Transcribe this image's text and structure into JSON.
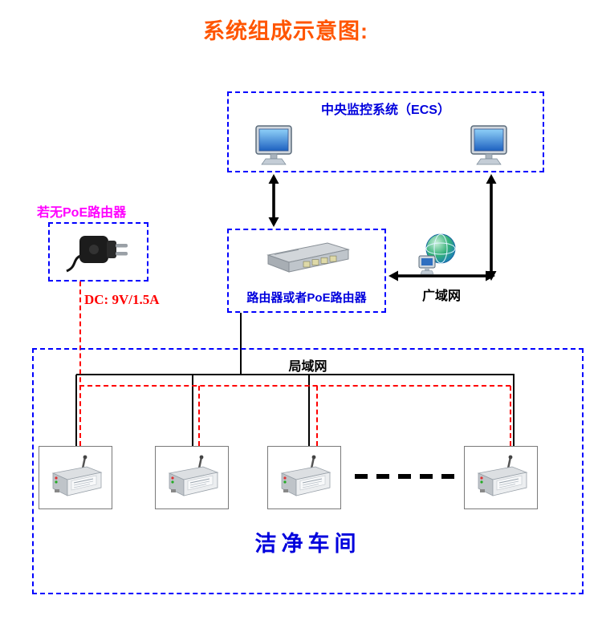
{
  "title": "系统组成示意图:",
  "nodes": {
    "ecs": {
      "label": "中央监控系统（ECS）",
      "monitor_count": 2
    },
    "router": {
      "label": "路由器或者PoE路由器"
    },
    "wan": {
      "label": "广域网"
    },
    "power_adapter": {
      "note": "若无PoE路由器",
      "dc_rating": "DC: 9V/1.5A"
    },
    "lan": {
      "label": "局域网",
      "workshop": "洁净车间",
      "device_count": 4,
      "more_devices_ellipsis": "- - - - -"
    }
  },
  "icons": {
    "monitor": "monitor-icon",
    "router": "router-icon",
    "power_adapter": "power-adapter-icon",
    "globe_wan": "globe-icon",
    "transmitter": "transmitter-icon"
  },
  "colors": {
    "title": "#ff5500",
    "blue_text": "#0000dd",
    "border_blue": "#0000ff",
    "magenta": "#ff00ff",
    "red": "#ff0000",
    "line": "#000000"
  }
}
